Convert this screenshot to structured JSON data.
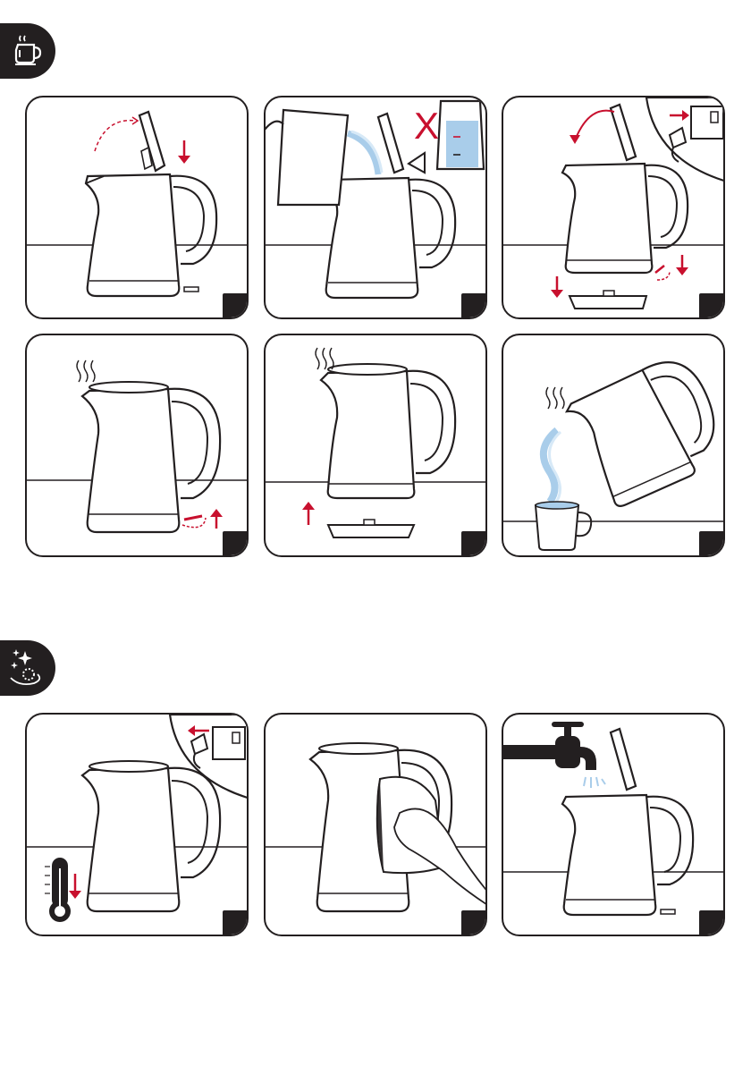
{
  "colors": {
    "ink": "#231f20",
    "accent": "#c8102e",
    "water": "#a9cdea"
  },
  "sections": [
    {
      "icon": "kettle-use-icon",
      "panels": [
        "open-lid",
        "fill-water",
        "plug-in-switch-on",
        "boiling",
        "lift-off-base",
        "pour-into-cup"
      ]
    },
    {
      "icon": "cleaning-icon",
      "panels": [
        "unplug-cool-down",
        "wipe-exterior",
        "rinse-under-tap"
      ]
    }
  ],
  "warning_mark": "X"
}
